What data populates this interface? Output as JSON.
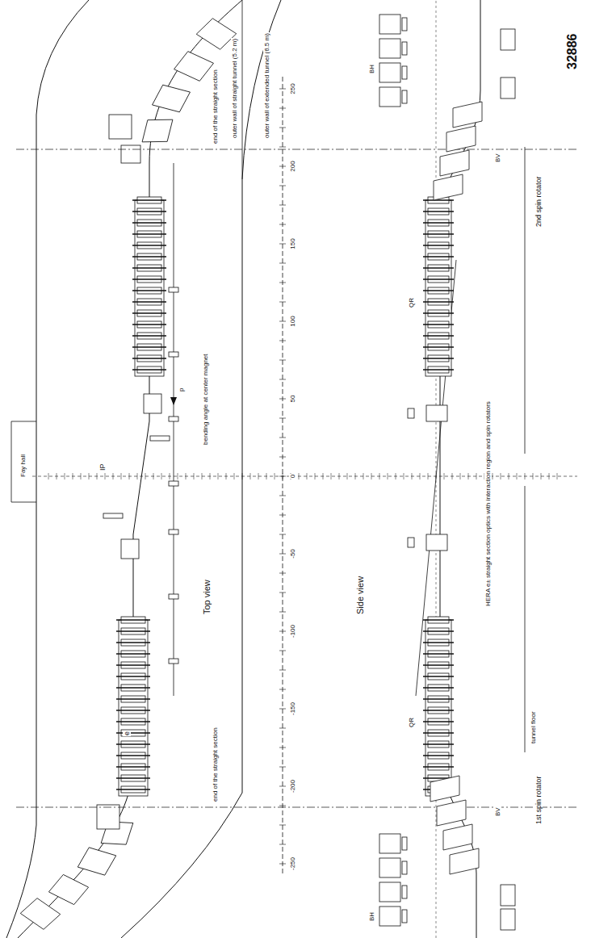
{
  "diagram": {
    "labels": [
      "32886",
      "Top view",
      "Side view",
      "Fay hall",
      "outer wall of extended tunnel (6.5 m)",
      "outer wall of straight tunnel (5.2 m)",
      "end of the straight section",
      "end of the straight section",
      "bending angle at center magnet",
      "p",
      "e",
      "1st spin rotator",
      "2nd spin rotator",
      "HERA e± straight section optics with interaction region and spin rotators",
      "tunnel floor",
      "IP",
      "-250",
      "-200",
      "-150",
      "-100",
      "-50",
      "0",
      "50",
      "100",
      "150",
      "200",
      "250",
      "BH",
      "BH",
      "BV",
      "BV",
      "QR",
      "QR"
    ]
  }
}
